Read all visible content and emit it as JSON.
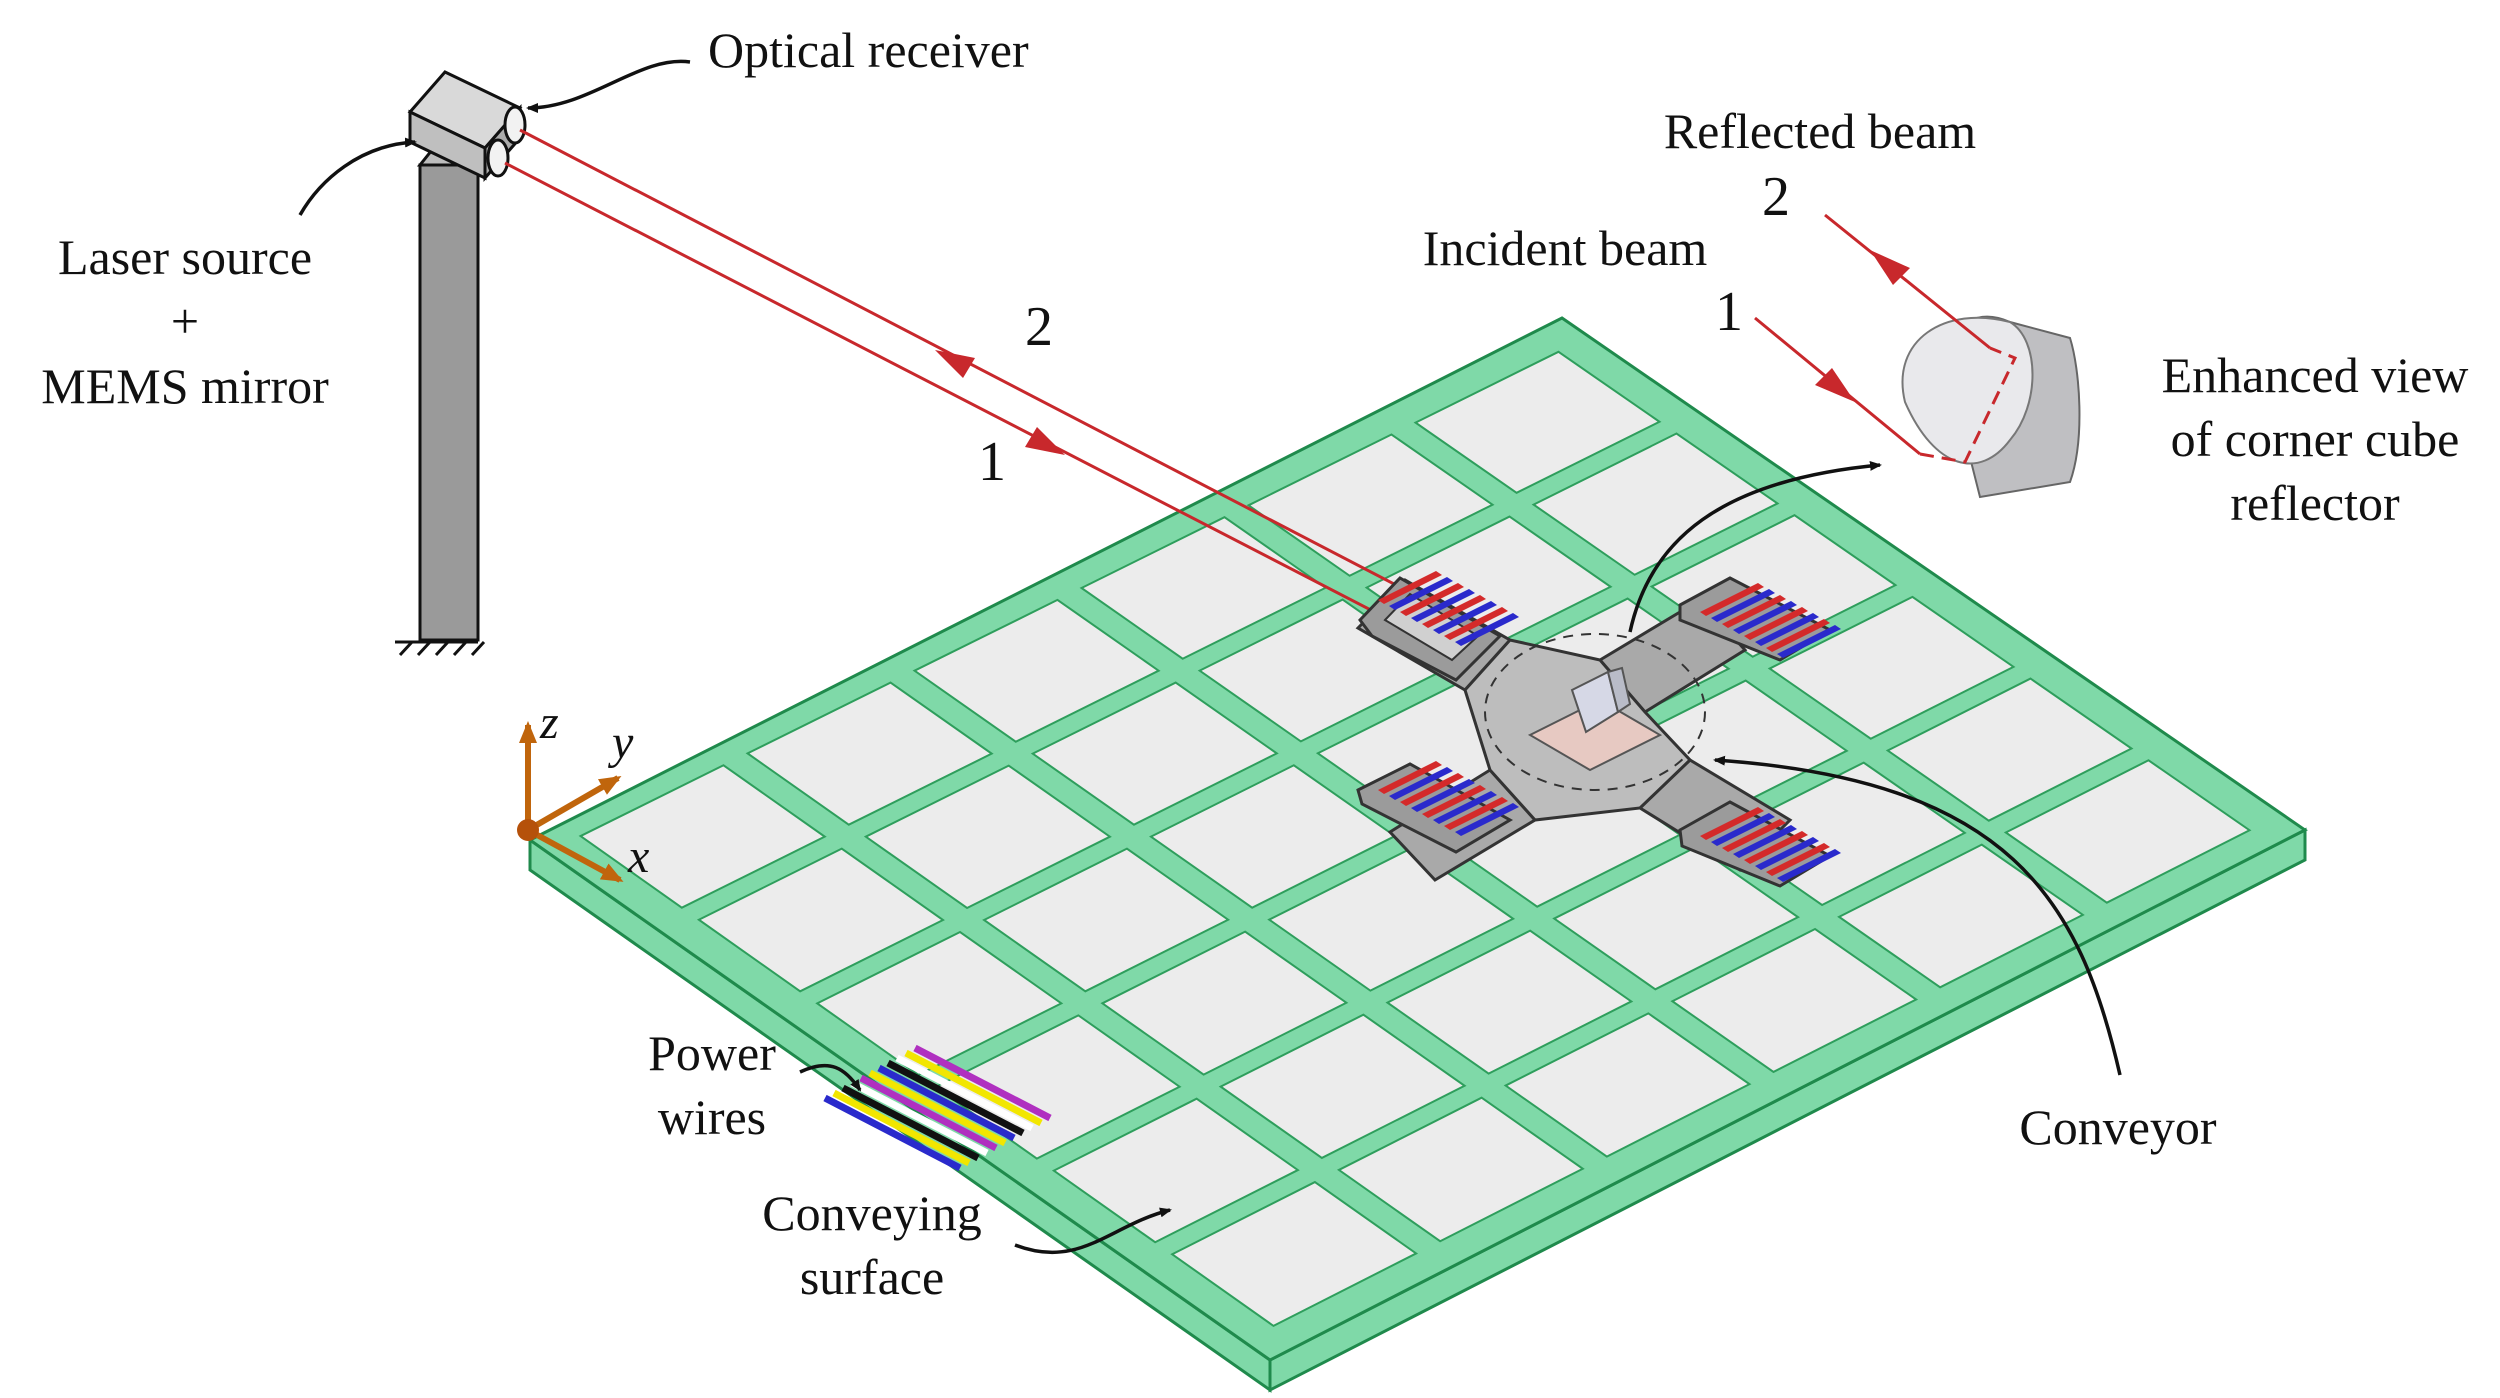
{
  "labels": {
    "optical_receiver": "Optical receiver",
    "laser_source_line1": "Laser source",
    "laser_source_line2": "+",
    "laser_source_line3": "MEMS mirror",
    "reflected_beam": "Reflected beam",
    "incident_beam": "Incident beam",
    "enhanced_view_line1": "Enhanced view",
    "enhanced_view_line2": "of corner cube",
    "enhanced_view_line3": "reflector",
    "conveyor": "Conveyor",
    "power_wires_line1": "Power",
    "power_wires_line2": "wires",
    "conveying_surface_line1": "Conveying",
    "conveying_surface_line2": "surface",
    "beam_2_main": "2",
    "beam_1_main": "1",
    "beam_2_inset": "2",
    "beam_1_inset": "1"
  },
  "axes": {
    "z": "z",
    "y": "y",
    "x": "x"
  },
  "colors": {
    "plate_face": "#ececec",
    "plate_grid": "#2e9e5c",
    "plate_edge": "#7fd9a8",
    "beam": "#c8282c",
    "post": "#9a9a9a",
    "conveyor_body": "#a9a9a9",
    "coil_red": "#d42a2a",
    "coil_blue": "#2a2acc",
    "axis_arrow": "#c0650c",
    "axis_origin": "#b5510a"
  },
  "icons": {
    "ground": "ground-hatch-icon",
    "receiver": "optical-receiver-icon",
    "reflector": "corner-cube-reflector-icon"
  }
}
